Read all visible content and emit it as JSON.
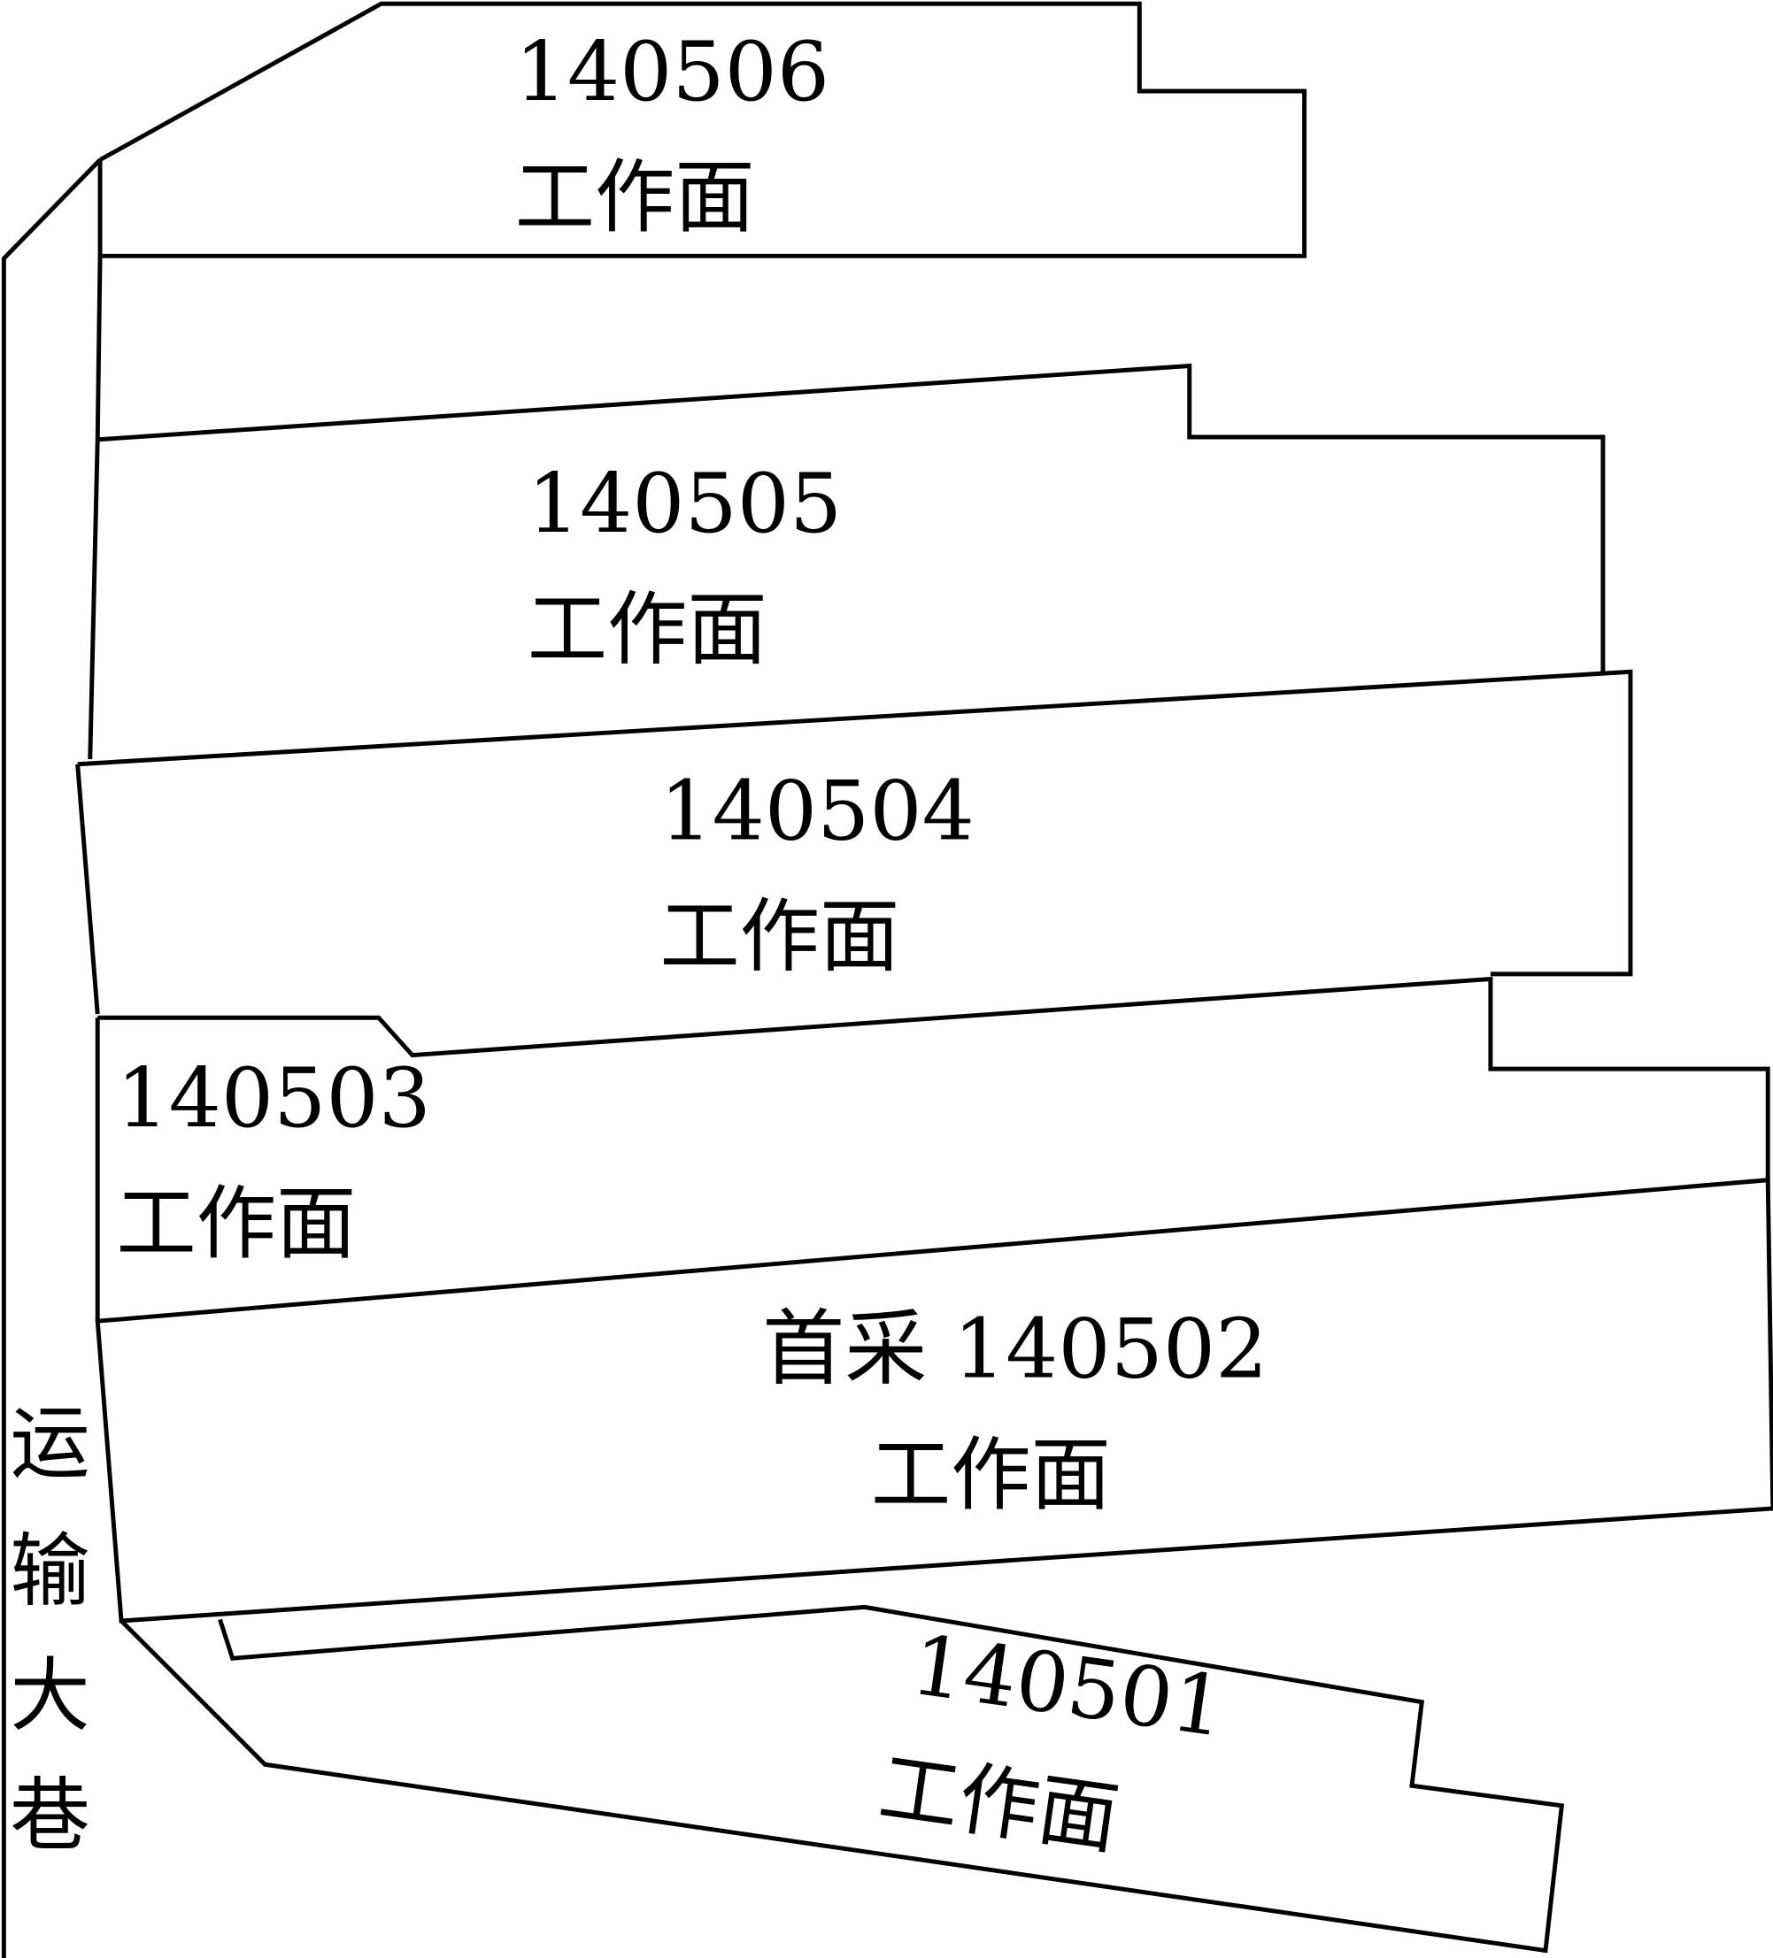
{
  "roadway": {
    "label_chars": [
      "运",
      "输",
      "大",
      "巷"
    ]
  },
  "faces": [
    {
      "id": "140506",
      "label": "140506",
      "suffix": "工作面"
    },
    {
      "id": "140505",
      "label": "140505",
      "suffix": "工作面"
    },
    {
      "id": "140504",
      "label": "140504",
      "suffix": "工作面"
    },
    {
      "id": "140503",
      "label": "140503",
      "suffix": "工作面"
    },
    {
      "id": "140502",
      "label": "首采 140502",
      "suffix": "工作面"
    },
    {
      "id": "140501",
      "label": "140501",
      "suffix": "工作面"
    }
  ]
}
